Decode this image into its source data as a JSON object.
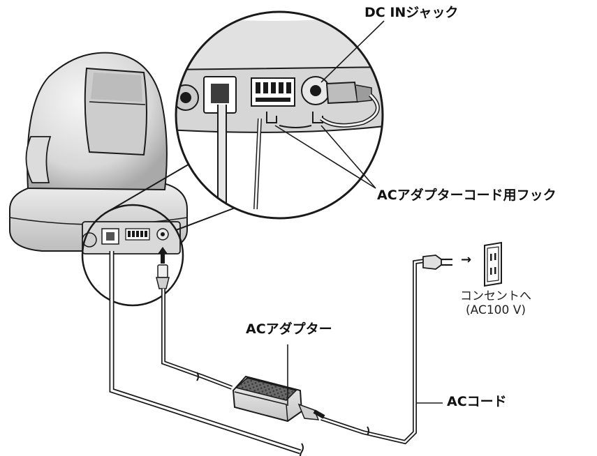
{
  "labels": {
    "dc_in_jack": "DC INジャック",
    "cord_hook": "ACアダプターコード用フック",
    "adapter": "ACアダプター",
    "ac_cord": "ACコード",
    "outlet_line1": "コンセントへ",
    "outlet_line2": "(AC100 V)"
  },
  "arrow_glyph": "→",
  "colors": {
    "line": "#1a1a1a",
    "camera_body": "#e4e4e4",
    "camera_shadow": "#b9b9b9",
    "adapter_top": "#5a5a5a"
  },
  "icons": [
    "camera-body",
    "magnifier-circle",
    "ac-adapter",
    "power-plug",
    "wall-outlet",
    "arrow-up-icon",
    "arrow-right-icon"
  ]
}
